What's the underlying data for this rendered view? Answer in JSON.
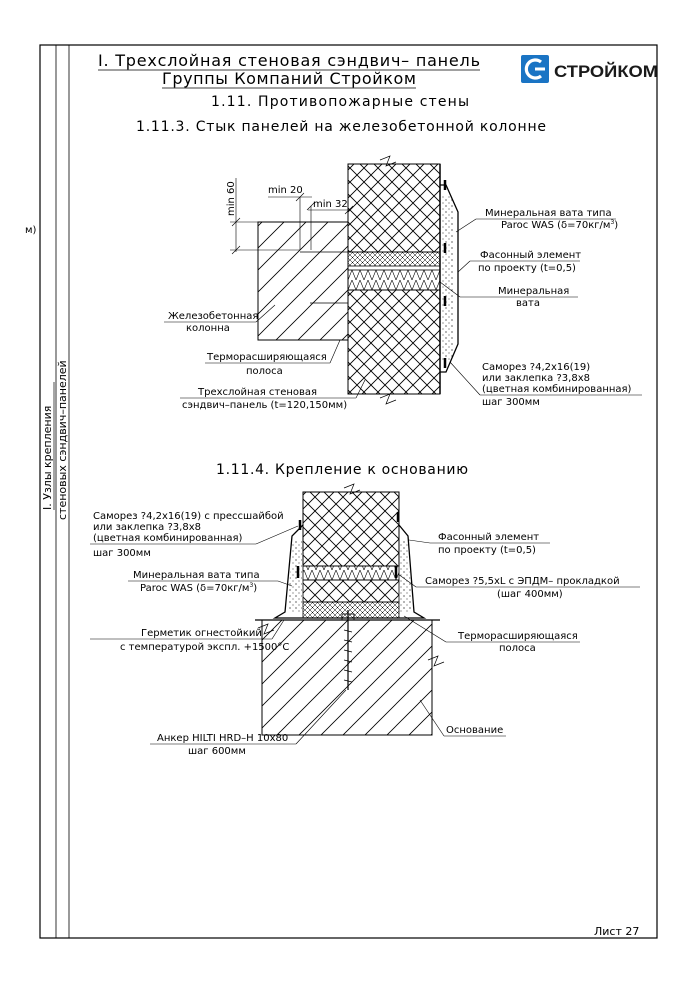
{
  "header": {
    "title_line1": "I. Трехслойная стеновая сэндвич– панель",
    "title_line2": "Группы Компаний Стройком",
    "section": "1.11. Противопожарные стены",
    "logo_text": "СТРОЙКОМ"
  },
  "side_stamp": {
    "line1": "I. Узлы крепления",
    "line2": "стеновых сэндвич–панелей",
    "edge_mark": "м)"
  },
  "detail1": {
    "title": "1.11.3. Стык панелей на железобетонной колонне",
    "dims": {
      "min60": "min 60",
      "min20": "min 20",
      "min32": "min 32"
    },
    "labels": {
      "column_1": "Железобетонная",
      "column_2": "колонна",
      "strip_1": "Терморасширяющаяся",
      "strip_2": "полоса",
      "panel_1": "Трехслойная стеновая",
      "panel_2": "сэндвич–панель (t=120,150мм)",
      "wool_was_1": "Минеральная вата типа",
      "wool_was_2": "Paroc WAS (δ=70кг/м",
      "wool_was_close": ")",
      "shaped_1": "Фасонный элемент",
      "shaped_2": "по проекту (t=0,5)",
      "wool_1": "Минеральная",
      "wool_2": "вата",
      "screw_1": "Саморез ?4,2х16(19)",
      "screw_2": "или заклепка ?3,8х8",
      "screw_3": "(цветная комбинированная)",
      "screw_4": "шаг 300мм"
    }
  },
  "detail2": {
    "title": "1.11.4. Крепление к основанию",
    "labels": {
      "screw_1": "Саморез ?4,2х16(19) с прессшайбой",
      "screw_2": "или заклепка ?3,8х8",
      "screw_3": "(цветная комбинированная)",
      "screw_4": "шаг 300мм",
      "wool_was_1": "Минеральная вата типа",
      "wool_was_2": "Paroc WAS (δ=70кг/м",
      "wool_was_close": ")",
      "sealant_1": "Герметик огнестойкий",
      "sealant_2": "с температурой экспл. +1500°С",
      "shaped_1": "Фасонный элемент",
      "shaped_2": "по проекту (t=0,5)",
      "screw_b_1": "Саморез ?5,5xL с ЭПДМ– прокладкой",
      "screw_b_2": "(шаг 400мм)",
      "strip_1": "Терморасширяющаяся",
      "strip_2": "полоса",
      "anchor_1": "Анкер HILTI HRD–H 10х80",
      "anchor_2": "шаг 600мм",
      "base": "Основание"
    }
  },
  "footer": {
    "sheet": "Лист 27"
  }
}
